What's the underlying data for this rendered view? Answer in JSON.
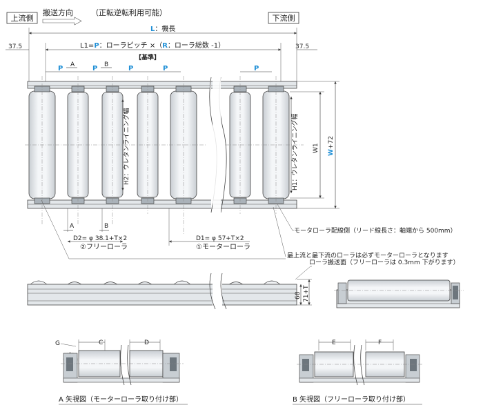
{
  "labels": {
    "upstream": "上流側",
    "direction": "搬送方向",
    "reversible": "（正転逆転利用可能）",
    "downstream": "下流側",
    "length_L": "L",
    "length_L_text": "：機長",
    "margin_left": "37.5",
    "margin_right": "37.5",
    "l1_prefix": "L1=",
    "l1_p": "P",
    "l1_mid": "：ローラピッチ ×（",
    "l1_r": "R",
    "l1_suffix": "：ローラ総数 -1）",
    "base": "【基準】",
    "pitch": "P",
    "a_mark": "A",
    "b_mark": "B",
    "urethane_lining": "ウレタンライニング幅",
    "h2": "H2",
    "h1": "H1",
    "w1": "W1",
    "w_prefix": "W",
    "w_suffix": "+72",
    "d2": "D2= φ 38.1+T×2",
    "free_roller": "②フリーローラ",
    "d1": "D1= φ 57+T×2",
    "motor_roller": "①モーターローラ",
    "wiring_side": "モータローラ配線側（リード線長さ：軸端から 500mm）",
    "note_motor": "最上流と最下流のローラは必ずモーターローラとなります",
    "conveying_surface": "ローラ搬送面（フリーローラは 0.3mm 下がります）",
    "height_68": "68",
    "height_71t": "71+T",
    "g_mark": "G",
    "c_mark": "C",
    "d_mark": "D",
    "e_mark": "E",
    "f_mark": "F",
    "view_a": "A 矢視図（モーターローラ取り付け部）",
    "view_b": "B 矢視図（フリーローラ取り付け部）"
  },
  "colors": {
    "accent": "#1f8fd6",
    "line": "#333333",
    "roller_fill": "#eef1f3",
    "frame_fill": "#e3e7ea"
  }
}
